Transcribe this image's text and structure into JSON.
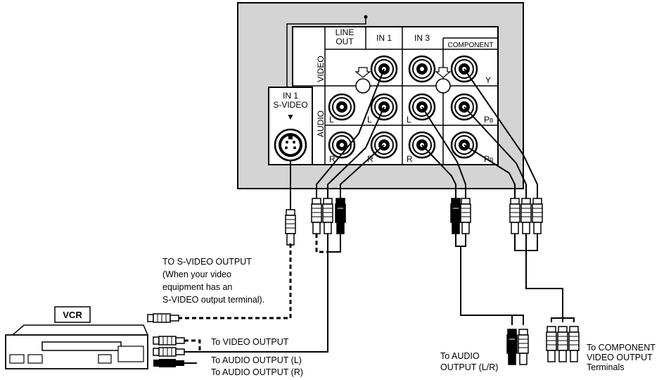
{
  "panel": {
    "line_out": [
      "LINE",
      "OUT"
    ],
    "in1": "IN 1",
    "in3": "IN 3",
    "component": "COMPONENT",
    "video": "VIDEO",
    "audio": "AUDIO",
    "svideo": [
      "IN 1",
      "S-VIDEO"
    ],
    "svideo_arrow": "▼",
    "L": "L",
    "R": "R",
    "Y": "Y",
    "PB_base": "P",
    "PB_sub": "B",
    "PR_base": "P",
    "PR_sub": "R"
  },
  "labels": {
    "svideo_note": [
      "TO S-VIDEO OUTPUT",
      "(When your video",
      "equipment has an",
      "S-VIDEO output terminal)."
    ],
    "vcr": "VCR",
    "video_out": "To VIDEO OUTPUT",
    "audio_l": "To AUDIO OUTPUT (L)",
    "audio_r": "To AUDIO OUTPUT (R)",
    "audio_lr": [
      "To AUDIO",
      "OUTPUT (L/R)"
    ],
    "component_out": [
      "To COMPONENT",
      "VIDEO OUTPUT",
      "Terminals"
    ]
  }
}
